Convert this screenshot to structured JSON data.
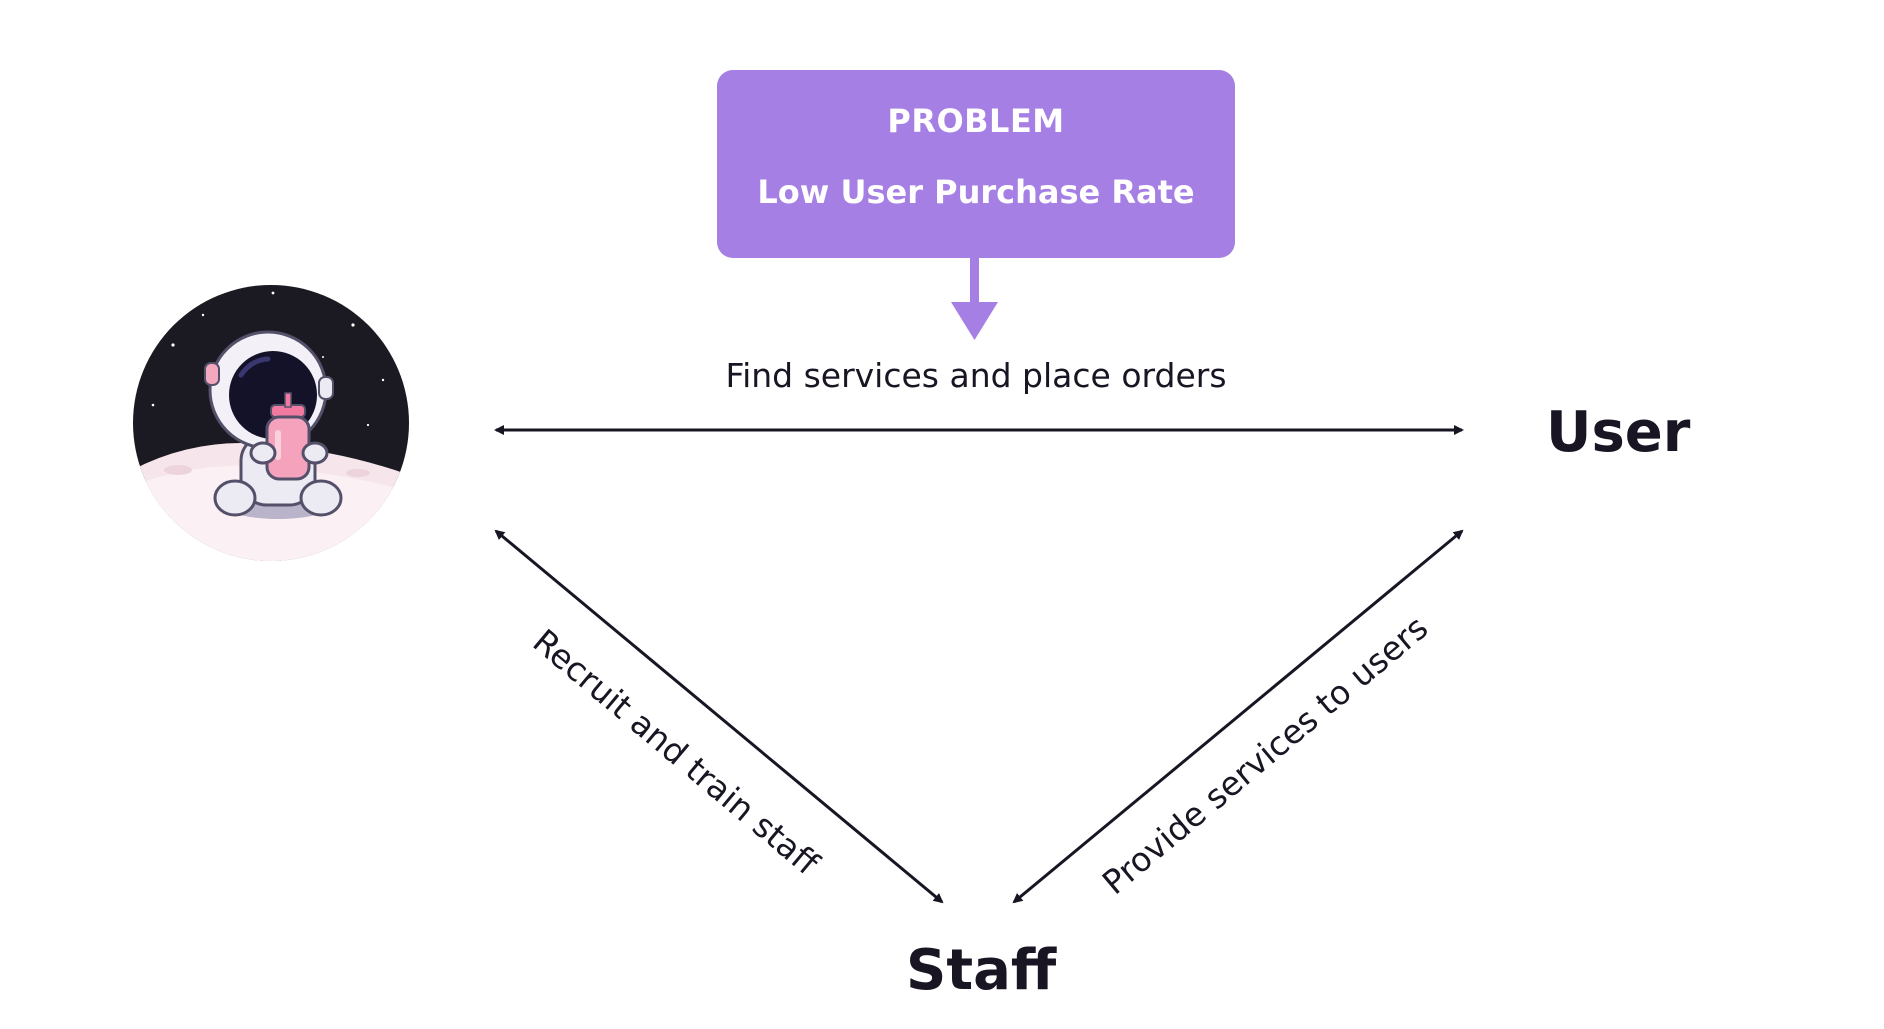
{
  "problem": {
    "title": "PROBLEM",
    "description": "Low User Purchase Rate"
  },
  "nodes": {
    "user": "User",
    "staff": "Staff"
  },
  "edges": {
    "top": "Find services and place orders",
    "left": "Recruit and train staff",
    "right": "Provide services to users"
  },
  "colors": {
    "problem_fill": "#a57fe3",
    "text": "#1a1523",
    "arrow": "#1a1523"
  },
  "icons": {
    "avatar": "astronaut-avatar-icon"
  }
}
